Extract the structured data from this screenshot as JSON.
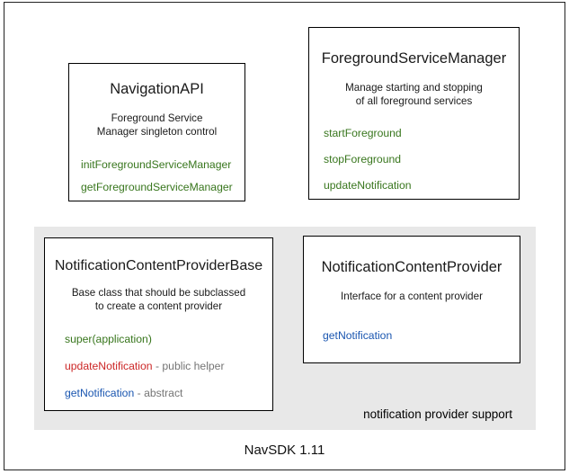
{
  "diagram": {
    "footer_caption": "NavSDK 1.11",
    "group_panel": {
      "label": "notification provider support"
    },
    "colors": {
      "green": "#38761d",
      "red": "#cc2727",
      "blue": "#1a56b0",
      "note_gray": "#757575",
      "panel_gray": "#e8e8e8",
      "border": "#000000",
      "text": "#1a1a1a"
    },
    "boxes": [
      {
        "id": "navigation-api",
        "title": "NavigationAPI",
        "description_lines": [
          "Foreground Service",
          "Manager singleton control"
        ],
        "members": [
          {
            "name": "initForegroundServiceManager",
            "color": "green",
            "note": ""
          },
          {
            "name": "getForegroundServiceManager",
            "color": "green",
            "note": ""
          }
        ]
      },
      {
        "id": "foreground-service-manager",
        "title": "ForegroundServiceManager",
        "description_lines": [
          "Manage starting and stopping",
          "of all foreground services"
        ],
        "members": [
          {
            "name": "startForeground",
            "color": "green",
            "note": ""
          },
          {
            "name": "stopForeground",
            "color": "green",
            "note": ""
          },
          {
            "name": "updateNotification",
            "color": "green",
            "note": ""
          }
        ]
      },
      {
        "id": "notification-content-provider-base",
        "title": "NotificationContentProviderBase",
        "description_lines": [
          "Base class that should be subclassed",
          "to create a content provider"
        ],
        "members": [
          {
            "name": "super(application)",
            "color": "green",
            "note": ""
          },
          {
            "name": "updateNotification",
            "color": "red",
            "note": " - public helper"
          },
          {
            "name": "getNotification",
            "color": "blue",
            "note": " - abstract"
          }
        ]
      },
      {
        "id": "notification-content-provider",
        "title": "NotificationContentProvider",
        "description_lines": [
          "Interface for a content provider"
        ],
        "members": [
          {
            "name": "getNotification",
            "color": "blue",
            "note": ""
          }
        ]
      }
    ]
  }
}
